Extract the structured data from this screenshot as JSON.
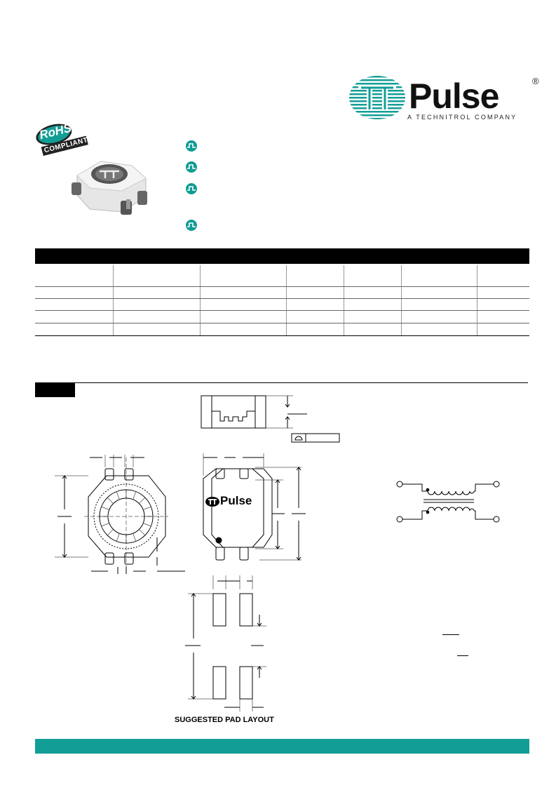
{
  "brand": {
    "name": "Pulse",
    "registered_mark": "®",
    "tagline": "A TECHNITROL COMPANY",
    "teal": "#129e96"
  },
  "badge": {
    "line1": "RoHS",
    "line2": "COMPLIANT"
  },
  "drawing": {
    "part_logo": "Pulse",
    "pad_layout_label": "SUGGESTED PAD LAYOUT"
  },
  "colors": {
    "accent": "#129e96",
    "header_bar": "#000000"
  },
  "icons": [
    "pulse-wave-icon",
    "pulse-wave-icon",
    "pulse-wave-icon",
    "pulse-wave-icon"
  ]
}
